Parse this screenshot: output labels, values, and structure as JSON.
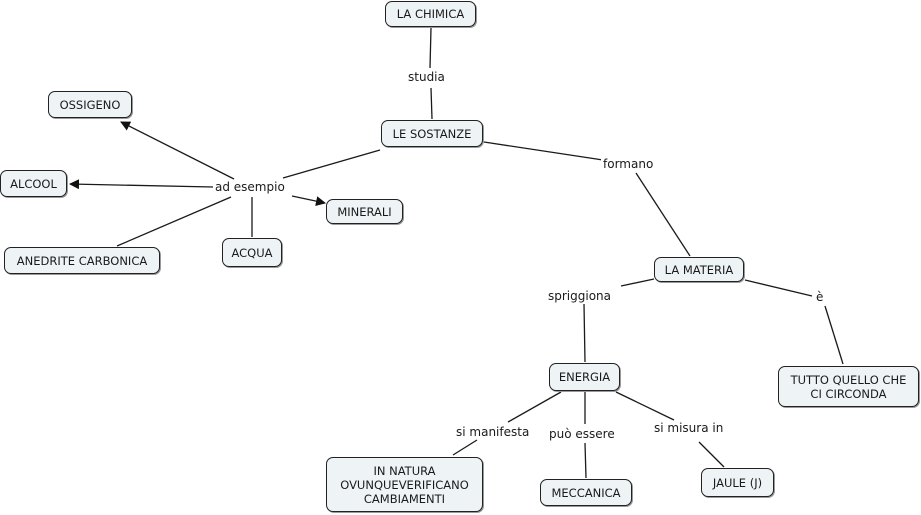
{
  "concepts": {
    "la_chimica": "LA CHIMICA",
    "le_sostanze": "LE SOSTANZE",
    "ossigeno": "OSSIGENO",
    "alcool": "ALCOOL",
    "minerali": "MINERALI",
    "anedrite_carbonica": "ANEDRITE CARBONICA",
    "acqua": "ACQUA",
    "la_materia": "LA MATERIA",
    "energia": "ENERGIA",
    "tutto_quello": "TUTTO QUELLO CHE\nCI CIRCONDA",
    "in_natura": "IN NATURA\nOVUNQUEVERIFICANO\nCAMBIAMENTI",
    "meccanica": "MECCANICA",
    "jaule": "JAULE (J)"
  },
  "linking_phrases": {
    "studia": "studia",
    "ad_esempio": "ad esempio",
    "formano": "formano",
    "sprigiona": "spriggiona",
    "e": "è",
    "si_manifesta": "si manifesta",
    "puo_essere": "può essere",
    "si_misura_in": "si misura in"
  },
  "colors": {
    "node_fill": "#eef3f6",
    "node_border": "#222222",
    "line": "#1a1a1a"
  }
}
